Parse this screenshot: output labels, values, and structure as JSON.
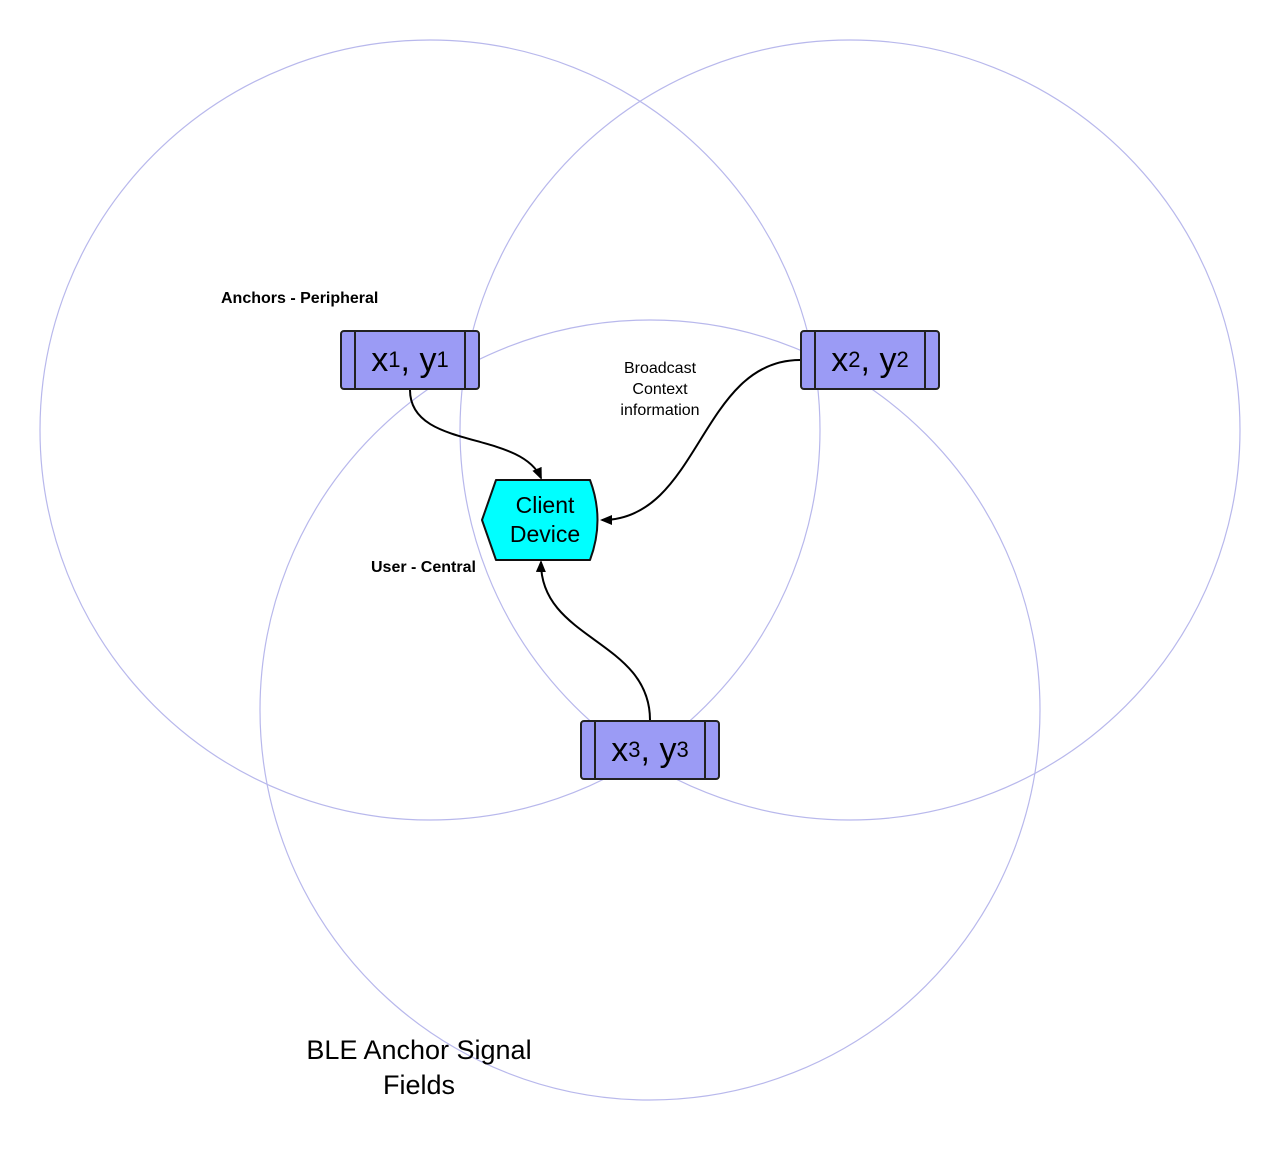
{
  "labels": {
    "anchors_peripheral": "Anchors - Peripheral",
    "user_central": "User - Central",
    "broadcast": [
      "Broadcast",
      "Context",
      "information"
    ],
    "signal_fields": [
      "BLE Anchor Signal",
      "Fields"
    ]
  },
  "client_device": {
    "lines": [
      "Client",
      "Device"
    ],
    "fill": "#00ffff"
  },
  "anchors": [
    {
      "x": "x",
      "sub_x": "1",
      "sep": ", ",
      "y": "y",
      "sub_y": "1"
    },
    {
      "x": "x",
      "sub_x": "2",
      "sep": ", ",
      "y": "y",
      "sub_y": "2"
    },
    {
      "x": "x",
      "sub_x": "3",
      "sep": ", ",
      "y": "y",
      "sub_y": "3"
    }
  ],
  "colors": {
    "anchor_fill": "#9b9bf5",
    "signal_circle_stroke": "#b8b8ec",
    "client_fill": "#00ffff",
    "arrow_stroke": "#000000"
  }
}
